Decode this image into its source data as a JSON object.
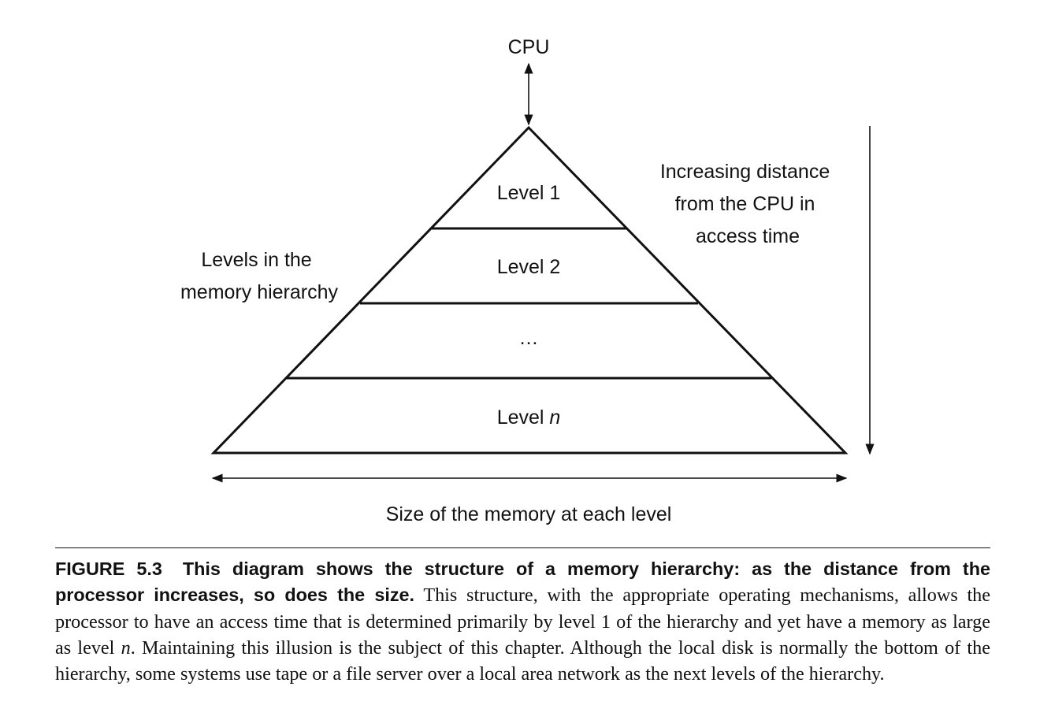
{
  "diagram": {
    "top_label": "CPU",
    "levels": [
      {
        "text": "Level 1",
        "italic_suffix": ""
      },
      {
        "text": "Level 2",
        "italic_suffix": ""
      },
      {
        "text": "…",
        "italic_suffix": ""
      },
      {
        "text": "Level ",
        "italic_suffix": "n"
      }
    ],
    "left_label_lines": [
      "Levels in the",
      "memory hierarchy"
    ],
    "right_label_lines": [
      "Increasing distance",
      "from the CPU in",
      "access time"
    ],
    "bottom_label": "Size of the memory at each level"
  },
  "caption": {
    "figure_number": "FIGURE 5.3",
    "bold_title": "This diagram shows the structure of a memory hierarchy: as the distance from the processor increases, so does the size.",
    "body_before_n": " This structure, with the appropriate operating mechanisms, allows the processor to have an access time that is determined primarily by level 1 of the hierarchy and yet have a memory as large as level ",
    "body_italic_n": "n",
    "body_after_n": ". Maintaining this illusion is the subject of this chapter. Although the local disk is normally the bottom of the hierarchy, some systems use tape or a file server over a local area network as the next levels of the hierarchy."
  }
}
